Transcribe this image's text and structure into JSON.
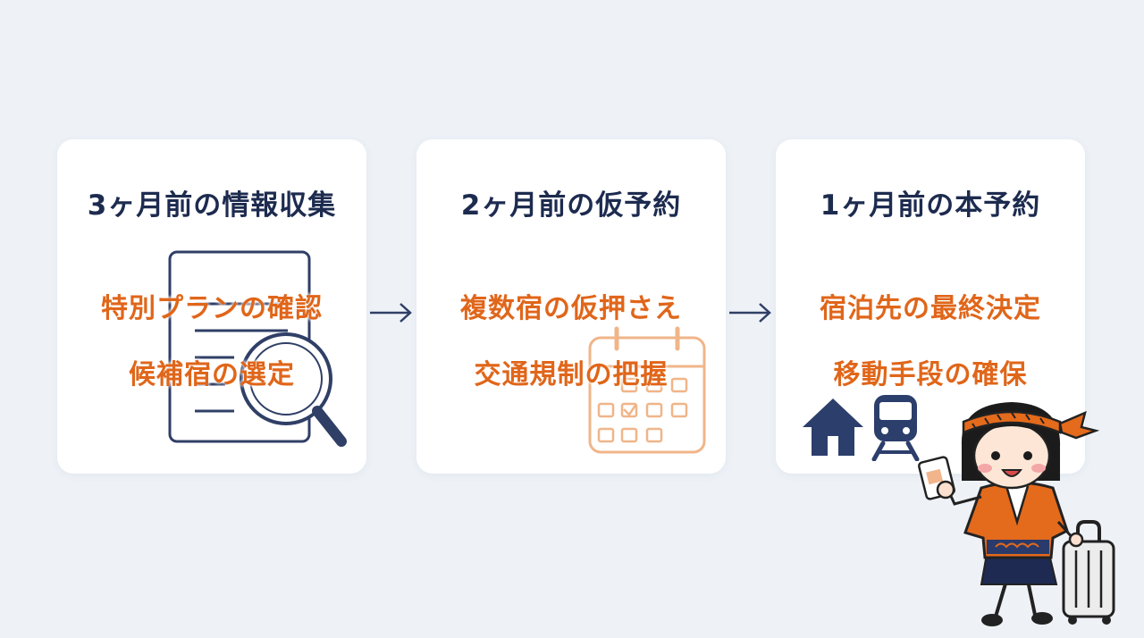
{
  "steps": [
    {
      "title": "3ヶ月前の情報収集",
      "lines": [
        "特別プランの確認",
        "候補宿の選定"
      ],
      "icon": "document-magnifier-icon"
    },
    {
      "title": "2ヶ月前の仮予約",
      "lines": [
        "複数宿の仮押さえ",
        "交通規制の把握"
      ],
      "icon": "calendar-icon"
    },
    {
      "title": "1ヶ月前の本予約",
      "lines": [
        "宿泊先の最終決定",
        "移動手段の確保"
      ],
      "icon": "house-train-icon"
    }
  ],
  "colors": {
    "title": "#1d2b4f",
    "accent": "#e0661a",
    "card": "#ffffff",
    "background": "#eef2f7"
  }
}
